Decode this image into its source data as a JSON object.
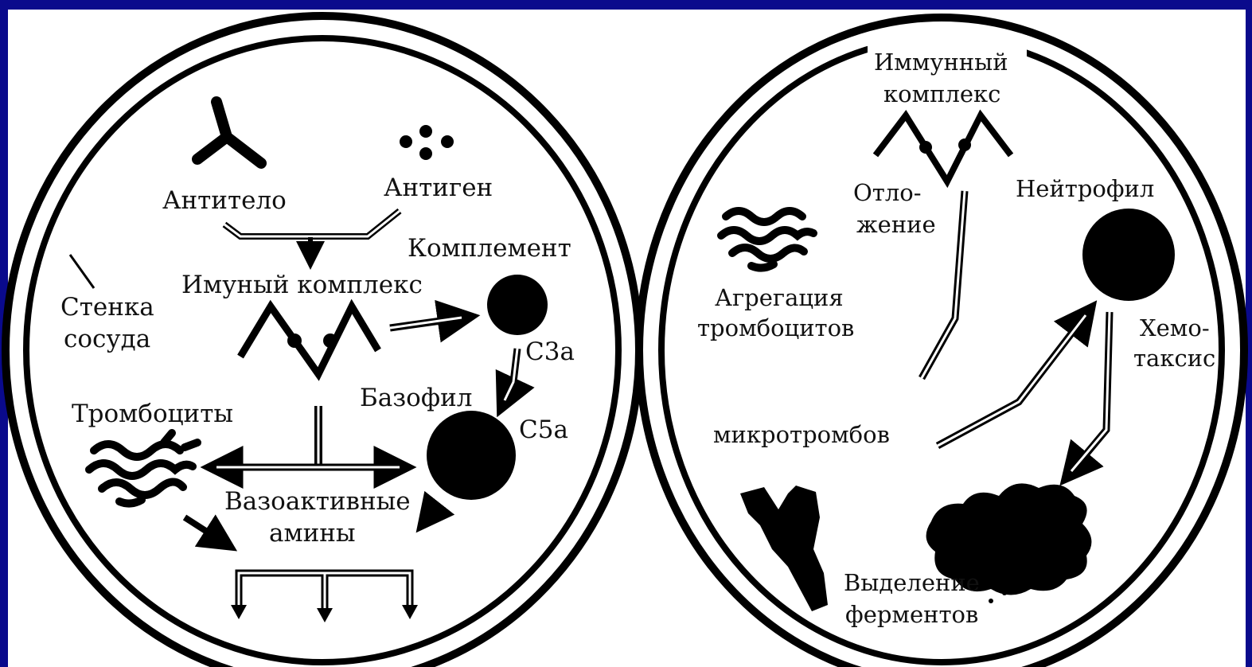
{
  "colors": {
    "background": "#0a0a8c",
    "panel": "#ffffff",
    "ink": "#000000"
  },
  "left_panel": {
    "antibody": "Антитело",
    "antigen": "Антиген",
    "complement": "Комплемент",
    "immune_complex": "Имуный комплекс",
    "vessel_wall_line1": "Стенка",
    "vessel_wall_line2": "сосуда",
    "c3a": "C3a",
    "basophil": "Базофил",
    "c5a": "C5a",
    "platelets": "Тромбоциты",
    "vasoactive_line1": "Вазоактивные",
    "vasoactive_line2": "амины"
  },
  "right_panel": {
    "immune_complex_line1": "Иммунный",
    "immune_complex_line2": "комплекс",
    "deposition_line1": "Отло-",
    "deposition_line2": "жение",
    "neutrophil": "Нейтрофил",
    "aggregation_line1": "Агрегация",
    "aggregation_line2": "тромбоцитов",
    "chemotaxis_line1": "Хемо-",
    "chemotaxis_line2": "таксис",
    "microthrombi": "микротромбов",
    "enzyme_release_line1": "Выделение",
    "enzyme_release_line2": "ферментов"
  }
}
